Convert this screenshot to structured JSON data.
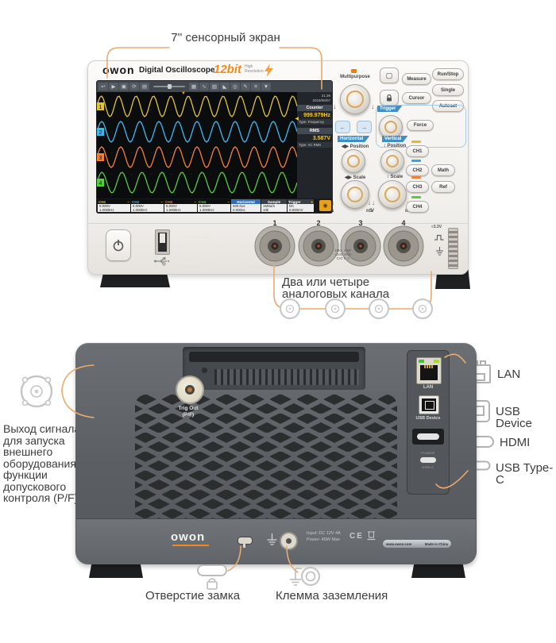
{
  "accent": "#ecaa6e",
  "annotations": {
    "touchscreen": "7'' сенсорный экран",
    "analog_channels": "Два или четыре аналоговых канала",
    "trig_out_description": "Выход сигнала для запуска внешнего оборудования / функции допускового контроля (P/F)",
    "lock_hole": "Отверстие замка",
    "ground_terminal": "Клемма заземления"
  },
  "front": {
    "brand": "owon",
    "title": "Digital Oscilloscope",
    "badge": "12bit",
    "badge_sub_top": "High",
    "badge_sub_bottom": "Resolution",
    "screen": {
      "clock": "21:39",
      "date": "2019/06/07",
      "counter_label": "Counter",
      "counter_value": "999.979Hz",
      "counter_type": "Type: Frequency",
      "rms_label": "RMS",
      "rms_value": "3.587V",
      "rms_type": "Type: AC RMS",
      "trigger_marker": "▼",
      "level_marker": "◀",
      "camera_glyph": "◉",
      "toolbar_icons": [
        {
          "name": "back-icon",
          "glyph": "↩"
        },
        {
          "name": "run-icon",
          "glyph": "▶"
        },
        {
          "name": "save-icon",
          "glyph": "▣"
        },
        {
          "name": "refresh-icon",
          "glyph": "⟳"
        },
        {
          "name": "display-icon",
          "glyph": "▤"
        },
        {
          "name": "grid-icon",
          "glyph": "▦"
        },
        {
          "name": "wave-icon",
          "glyph": "∿"
        },
        {
          "name": "table-icon",
          "glyph": "▧"
        },
        {
          "name": "measure-icon",
          "glyph": "◣"
        },
        {
          "name": "zoom-icon",
          "glyph": "◎"
        },
        {
          "name": "edit-icon",
          "glyph": "✎"
        },
        {
          "name": "menu-icon",
          "glyph": "≡"
        },
        {
          "name": "pin-icon",
          "glyph": "▼"
        }
      ],
      "channels": [
        {
          "label": "CH1",
          "marker": "1",
          "coupling": "~",
          "color": "#e2c43a",
          "value": "5.000V",
          "freq": "1.000kHz",
          "cycles": 11.5
        },
        {
          "label": "CH2",
          "marker": "2",
          "coupling": "~",
          "color": "#3fb6e8",
          "value": "5.000V",
          "freq": "1.000kHz",
          "cycles": 10.5
        },
        {
          "label": "CH3",
          "marker": "3",
          "coupling": "~",
          "color": "#ef7f3a",
          "value": "5.000V",
          "freq": "1.000kHz",
          "cycles": 10.5
        },
        {
          "label": "CH4",
          "marker": "4",
          "coupling": "~",
          "color": "#58cc3f",
          "value": "5.000V",
          "freq": "1.000kHz",
          "cycles": 10
        }
      ],
      "status_horizontal": {
        "label": "Horizontal",
        "main": "500.0us",
        "sub": "0.000ns"
      },
      "status_sample": {
        "label": "Sample",
        "main": "1MSa/s",
        "sub": "10k"
      },
      "status_trigger": {
        "label": "Trigger",
        "dot": "●",
        "main": "DC",
        "sub": "0.000mV"
      }
    },
    "controls": {
      "multipurpose": "Multipurpose",
      "measure": "Measure",
      "cursor": "Cursor",
      "run_stop": "Run/Stop",
      "single": "Single",
      "autoset": "Autoset",
      "trigger": "Trigger",
      "force": "Force",
      "horizontal": "Horizontal",
      "vertical": "Vertical",
      "h_position": "◀▶ Position",
      "v_position": "↕ Position",
      "h_scale": "◀▶ Scale",
      "v_scale": "↕ Scale",
      "unit_s": "s",
      "unit_ns": "nS",
      "unit_v": "V",
      "unit_mv": "mV",
      "math": "Math",
      "ref": "Ref",
      "channel_buttons": [
        {
          "label": "CH1",
          "led": "#e8b820"
        },
        {
          "label": "CH2",
          "led": "#2fa8e0"
        },
        {
          "label": "CH3",
          "led": "#ef7f3a"
        },
        {
          "label": "CH4",
          "led": "#58cc3f"
        }
      ]
    },
    "connectors": {
      "numbers": [
        {
          "label": "1",
          "color": "#e8b820"
        },
        {
          "label": "2",
          "color": "#2fa8e0"
        },
        {
          "label": "3",
          "color": "#ef7f3a"
        },
        {
          "label": "4",
          "color": "#58cc3f"
        }
      ],
      "note_line1": "1MΩ, 20pF",
      "note_line2": "≤300 Vrms",
      "note_line3": "CAT II ⚠",
      "probe_comp": "≈3.3V"
    }
  },
  "back": {
    "trig_out_label": "Trig Out",
    "trig_out_sub": "(P/F)",
    "lan_label": "LAN",
    "usb_device_label": "USB Device",
    "power_label": "POWER",
    "usbc_label": "USB-C",
    "brand": "owon",
    "input_line1": "Input: DC 12V 4A",
    "input_line2": "Power: 45W Max",
    "ce_mark": "CE",
    "website": "www.owon.com",
    "made_in": "Made in China"
  },
  "port_callouts": {
    "lan": "LAN",
    "usb_device": "USB Device",
    "hdmi": "HDMI",
    "usb_c": "USB Type-C"
  }
}
